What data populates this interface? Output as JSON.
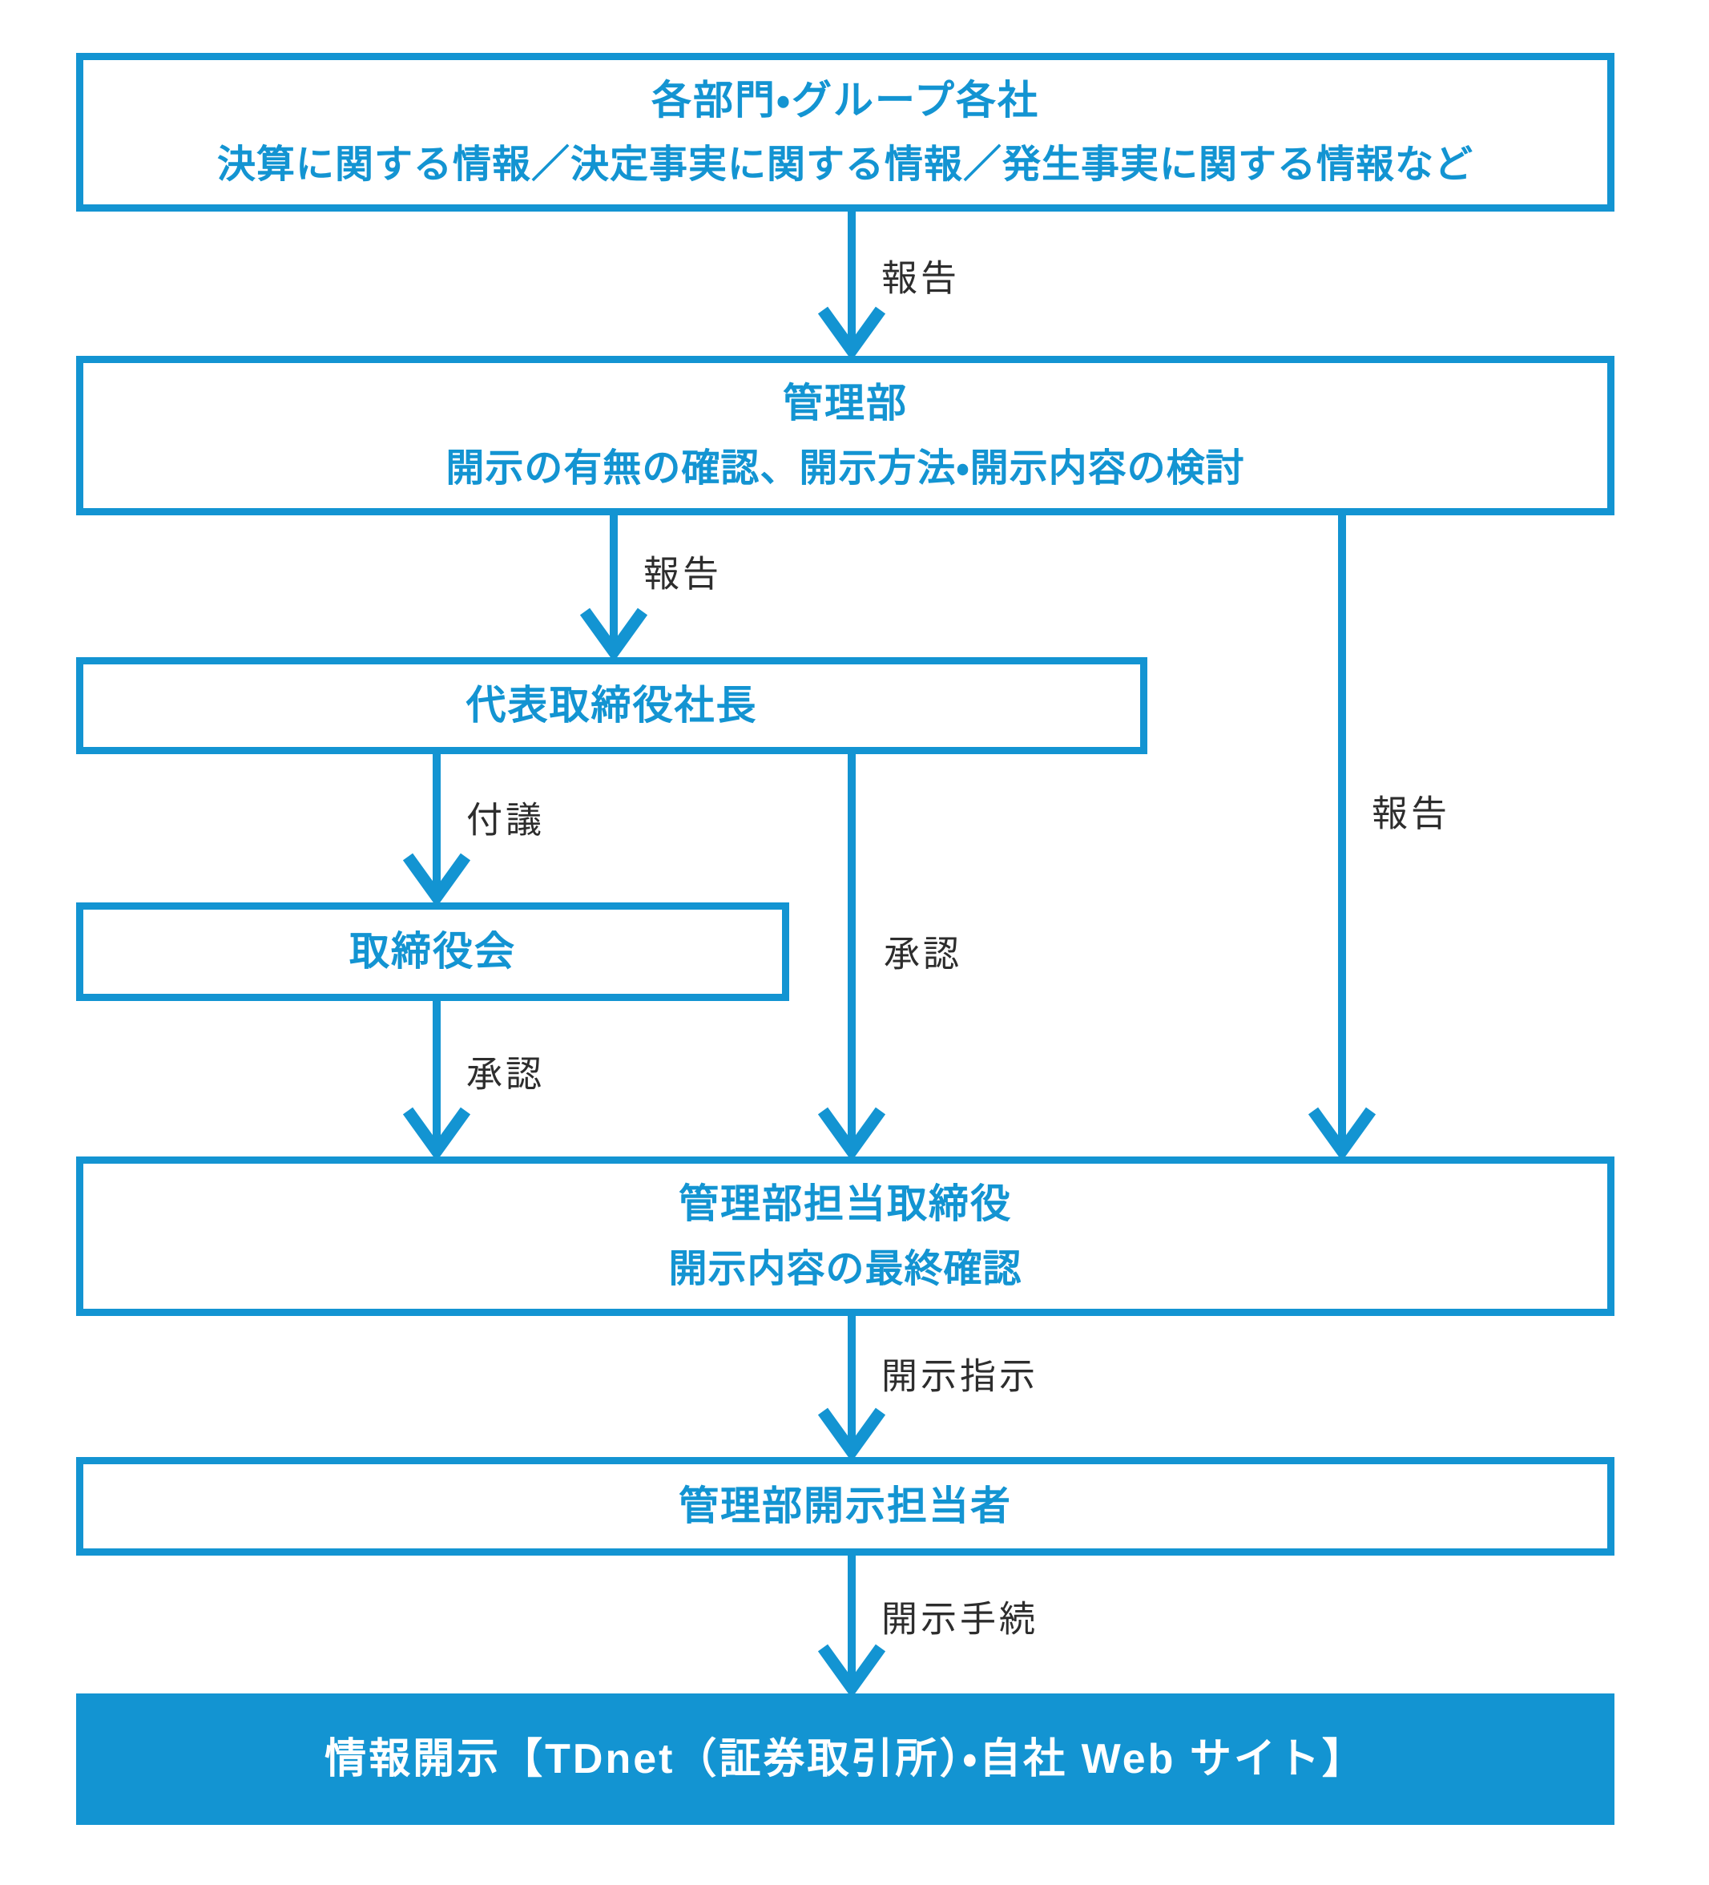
{
  "diagram": {
    "colors": {
      "accent": "#1394d2",
      "label_text": "#2d2d2d",
      "output_box_background": "#1394d2",
      "output_box_text": "#ffffff"
    },
    "boxes": {
      "departments": {
        "title": "各部門・グループ各社",
        "subtitle": "決算に関する情報／決定事実に関する情報／発生事実に関する情報など"
      },
      "admin_dept": {
        "title": "管理部",
        "subtitle": "開示の有無の確認、開示方法・開示内容の検討"
      },
      "president": {
        "title": "代表取締役社長"
      },
      "board": {
        "title": "取締役会"
      },
      "admin_director": {
        "title": "管理部担当取締役",
        "subtitle": "開示内容の最終確認"
      },
      "disclosure_staff": {
        "title": "管理部開示担当者"
      },
      "information_disclosure": {
        "title": "情報開示【TDnet（証券取引所）・自社 Web サイト】"
      }
    },
    "labels": {
      "report_1": "報告",
      "report_2": "報告",
      "report_3": "報告",
      "referral": "付議",
      "approval_president": "承認",
      "approval_board": "承認",
      "disclosure_instruction": "開示指示",
      "disclosure_procedure": "開示手続"
    }
  }
}
